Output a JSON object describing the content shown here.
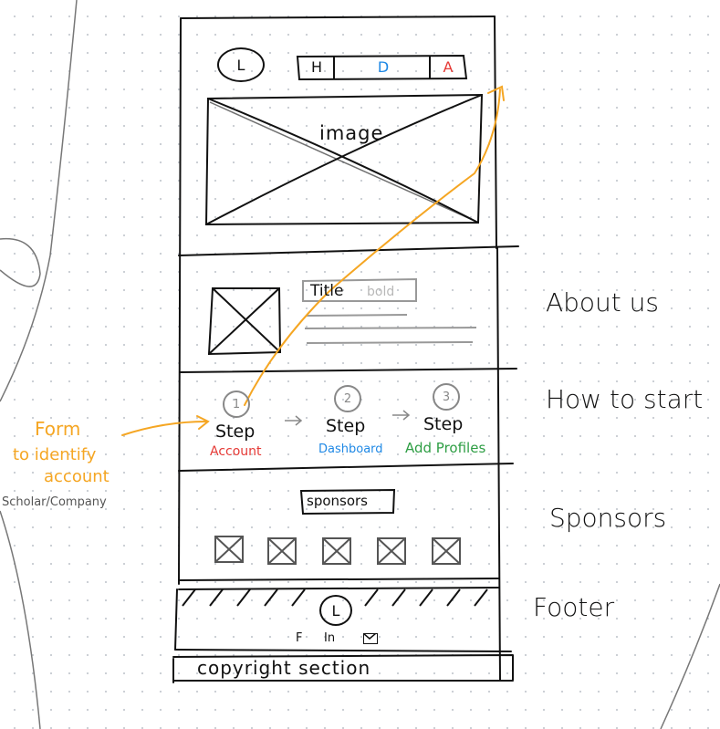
{
  "header": {
    "logo_letter": "L",
    "nav": [
      {
        "label": "H",
        "color": "#111111"
      },
      {
        "label": "D",
        "color": "#1e88e5"
      },
      {
        "label": "A",
        "color": "#e53935"
      }
    ],
    "hero_label": "image"
  },
  "about": {
    "title": "Title",
    "title_note": "bold",
    "section_label": "About us"
  },
  "how_to_start": {
    "section_label": "How to start",
    "steps": [
      {
        "number": "1",
        "title": "Step",
        "caption": "Account",
        "caption_color": "#e53935"
      },
      {
        "number": "2",
        "title": "Step",
        "caption": "Dashboard",
        "caption_color": "#1e88e5"
      },
      {
        "number": "3",
        "title": "Step",
        "caption": "Add Profiles",
        "caption_color": "#2e9e44"
      }
    ],
    "arrow_glyph": "→"
  },
  "annotation": {
    "line1": "Form",
    "line2": "to identify",
    "line3": "account",
    "line4": "Scholar/Company",
    "color": "#f5a623"
  },
  "sponsors": {
    "heading": "sponsors",
    "section_label": "Sponsors",
    "logo_icon": "crossed-box-icon"
  },
  "footer": {
    "section_label": "Footer",
    "logo_letter": "L",
    "social": {
      "facebook": "F",
      "linkedin": "In",
      "mail_icon": "mail-icon"
    },
    "copyright": "copyright section"
  }
}
